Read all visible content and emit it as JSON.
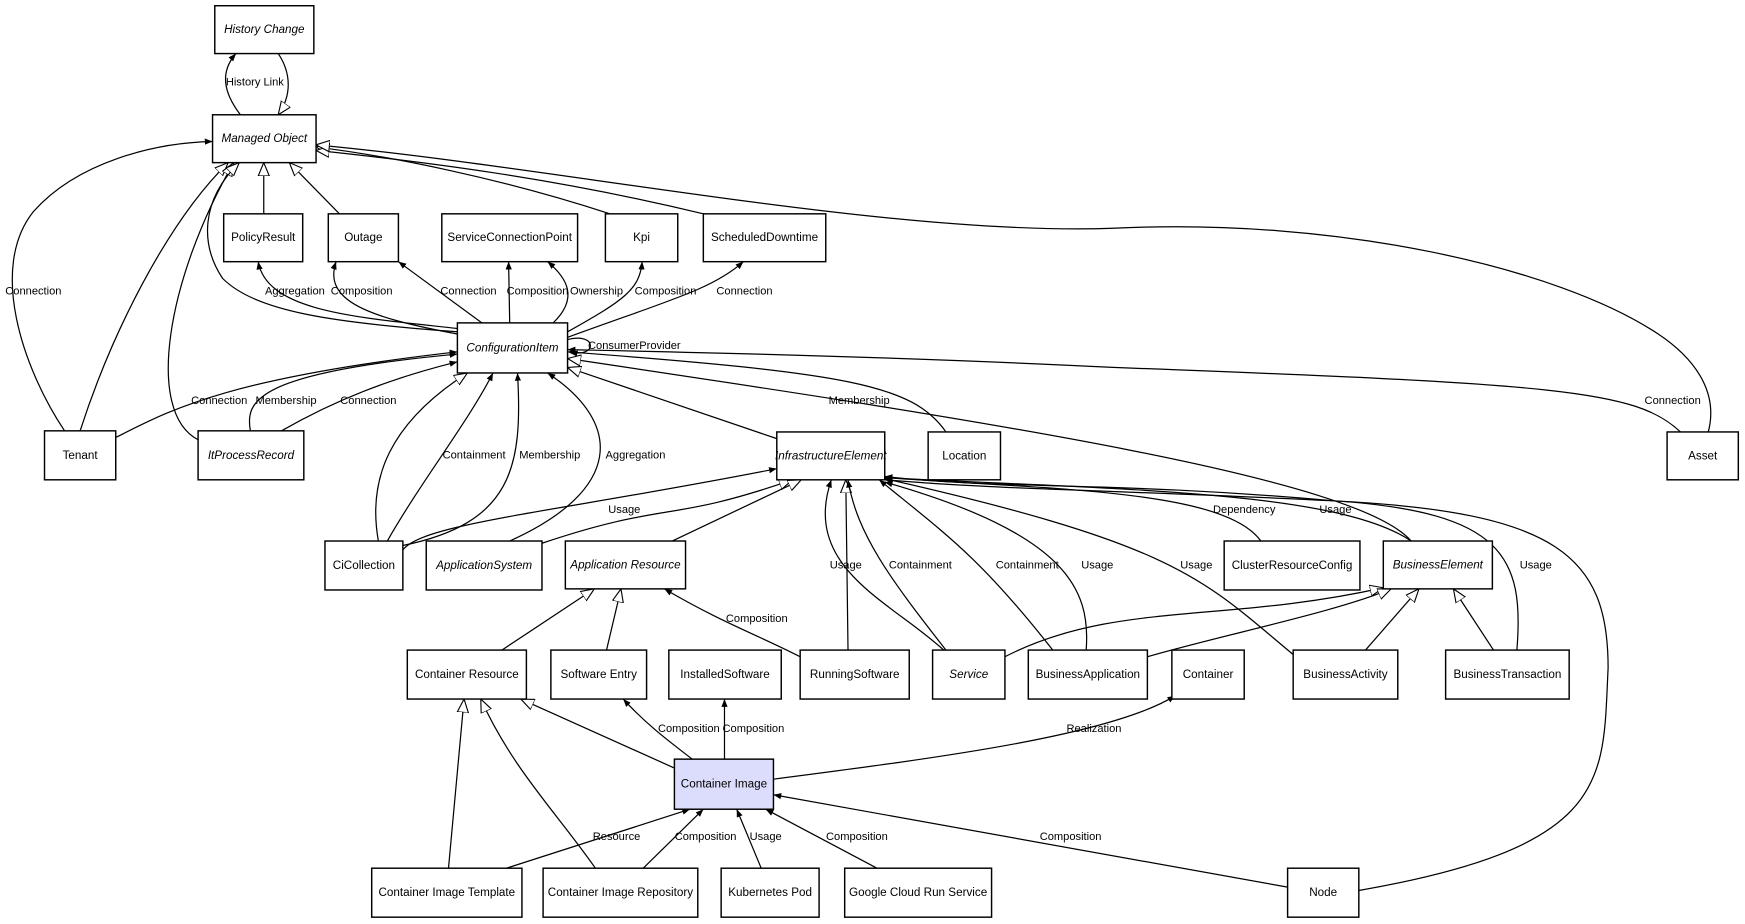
{
  "colors": {
    "highlight_fill": "#dcdcfc",
    "stroke": "#000000",
    "background": "#ffffff"
  },
  "nodes": [
    {
      "id": "history_change",
      "label": "History Change",
      "italic": true
    },
    {
      "id": "managed_object",
      "label": "Managed Object",
      "italic": true
    },
    {
      "id": "policy_result",
      "label": "PolicyResult"
    },
    {
      "id": "outage",
      "label": "Outage"
    },
    {
      "id": "scp",
      "label": "ServiceConnectionPoint"
    },
    {
      "id": "kpi",
      "label": "Kpi"
    },
    {
      "id": "scheduled_downtime",
      "label": "ScheduledDowntime"
    },
    {
      "id": "ci",
      "label": "ConfigurationItem",
      "italic": true
    },
    {
      "id": "tenant",
      "label": "Tenant"
    },
    {
      "id": "it_process_record",
      "label": "ItProcessRecord",
      "italic": true
    },
    {
      "id": "infra_element",
      "label": "InfrastructureElement",
      "italic": true
    },
    {
      "id": "location",
      "label": "Location"
    },
    {
      "id": "asset",
      "label": "Asset"
    },
    {
      "id": "ci_collection",
      "label": "CiCollection"
    },
    {
      "id": "application_system",
      "label": "ApplicationSystem",
      "italic": true
    },
    {
      "id": "application_resource",
      "label": "Application Resource",
      "italic": true
    },
    {
      "id": "cluster_resource_config",
      "label": "ClusterResourceConfig"
    },
    {
      "id": "business_element",
      "label": "BusinessElement",
      "italic": true
    },
    {
      "id": "container_resource",
      "label": "Container Resource"
    },
    {
      "id": "software_entry",
      "label": "Software Entry"
    },
    {
      "id": "installed_software",
      "label": "InstalledSoftware"
    },
    {
      "id": "running_software",
      "label": "RunningSoftware"
    },
    {
      "id": "service",
      "label": "Service",
      "italic": true
    },
    {
      "id": "business_application",
      "label": "BusinessApplication"
    },
    {
      "id": "container",
      "label": "Container"
    },
    {
      "id": "business_activity",
      "label": "BusinessActivity"
    },
    {
      "id": "business_transaction",
      "label": "BusinessTransaction"
    },
    {
      "id": "container_image",
      "label": "Container Image",
      "highlight": true
    },
    {
      "id": "container_image_template",
      "label": "Container Image Template"
    },
    {
      "id": "container_image_repository",
      "label": "Container Image Repository"
    },
    {
      "id": "kubernetes_pod",
      "label": "Kubernetes Pod"
    },
    {
      "id": "gcrs",
      "label": "Google Cloud Run Service"
    },
    {
      "id": "node",
      "label": "Node"
    }
  ],
  "edges": [
    {
      "from": "managed_object",
      "to": "history_change",
      "label": "History Link",
      "kind": "association"
    },
    {
      "from": "history_change",
      "to": "managed_object",
      "label": "",
      "kind": "generalization"
    },
    {
      "from": "tenant",
      "to": "managed_object",
      "label": "Connection",
      "kind": "association"
    },
    {
      "from": "tenant",
      "to": "managed_object",
      "label": "",
      "kind": "generalization"
    },
    {
      "from": "it_process_record",
      "to": "managed_object",
      "label": "",
      "kind": "generalization"
    },
    {
      "from": "ci",
      "to": "managed_object",
      "label": "",
      "kind": "generalization"
    },
    {
      "from": "policy_result",
      "to": "managed_object",
      "label": "",
      "kind": "generalization"
    },
    {
      "from": "outage",
      "to": "managed_object",
      "label": "",
      "kind": "generalization"
    },
    {
      "from": "kpi",
      "to": "managed_object",
      "label": "",
      "kind": "generalization"
    },
    {
      "from": "scheduled_downtime",
      "to": "managed_object",
      "label": "",
      "kind": "generalization"
    },
    {
      "from": "asset",
      "to": "managed_object",
      "label": "",
      "kind": "generalization"
    },
    {
      "from": "ci",
      "to": "policy_result",
      "label": "Aggregation",
      "kind": "association"
    },
    {
      "from": "ci",
      "to": "outage",
      "label": "Composition",
      "kind": "association"
    },
    {
      "from": "ci",
      "to": "outage",
      "label": "Connection",
      "kind": "association"
    },
    {
      "from": "ci",
      "to": "scp",
      "label": "Composition",
      "kind": "association"
    },
    {
      "from": "ci",
      "to": "scp",
      "label": "Ownership",
      "kind": "association"
    },
    {
      "from": "ci",
      "to": "kpi",
      "label": "Composition",
      "kind": "association"
    },
    {
      "from": "ci",
      "to": "scheduled_downtime",
      "label": "Connection",
      "kind": "association"
    },
    {
      "from": "ci",
      "to": "ci",
      "label": "ConsumerProvider",
      "kind": "association"
    },
    {
      "from": "tenant",
      "to": "ci",
      "label": "Connection",
      "kind": "association"
    },
    {
      "from": "it_process_record",
      "to": "ci",
      "label": "Membership",
      "kind": "association"
    },
    {
      "from": "it_process_record",
      "to": "ci",
      "label": "Connection",
      "kind": "association"
    },
    {
      "from": "ci_collection",
      "to": "ci",
      "label": "",
      "kind": "generalization"
    },
    {
      "from": "ci_collection",
      "to": "ci",
      "label": "Containment",
      "kind": "association"
    },
    {
      "from": "ci_collection",
      "to": "ci",
      "label": "Membership",
      "kind": "association"
    },
    {
      "from": "application_system",
      "to": "ci",
      "label": "Aggregation",
      "kind": "association"
    },
    {
      "from": "infra_element",
      "to": "ci",
      "label": "",
      "kind": "generalization"
    },
    {
      "from": "location",
      "to": "ci",
      "label": "Membership",
      "kind": "association"
    },
    {
      "from": "asset",
      "to": "ci",
      "label": "Connection",
      "kind": "association"
    },
    {
      "from": "business_element",
      "to": "ci",
      "label": "",
      "kind": "generalization"
    },
    {
      "from": "ci_collection",
      "to": "infra_element",
      "label": "Usage",
      "kind": "association"
    },
    {
      "from": "application_system",
      "to": "infra_element",
      "label": "",
      "kind": "generalization"
    },
    {
      "from": "application_resource",
      "to": "infra_element",
      "label": "",
      "kind": "generalization"
    },
    {
      "from": "running_software",
      "to": "infra_element",
      "label": "",
      "kind": "generalization"
    },
    {
      "from": "service",
      "to": "infra_element",
      "label": "Usage",
      "kind": "association"
    },
    {
      "from": "service",
      "to": "infra_element",
      "label": "Containment",
      "kind": "association"
    },
    {
      "from": "business_application",
      "to": "infra_element",
      "label": "Containment",
      "kind": "association"
    },
    {
      "from": "business_application",
      "to": "infra_element",
      "label": "Usage",
      "kind": "association"
    },
    {
      "from": "business_activity",
      "to": "infra_element",
      "label": "Usage",
      "kind": "association"
    },
    {
      "from": "cluster_resource_config",
      "to": "infra_element",
      "label": "Dependency",
      "kind": "association"
    },
    {
      "from": "business_element",
      "to": "infra_element",
      "label": "Usage",
      "kind": "association"
    },
    {
      "from": "business_transaction",
      "to": "infra_element",
      "label": "Usage",
      "kind": "association"
    },
    {
      "from": "node",
      "to": "infra_element",
      "label": "",
      "kind": "association"
    },
    {
      "from": "service",
      "to": "business_element",
      "label": "",
      "kind": "generalization"
    },
    {
      "from": "business_application",
      "to": "business_element",
      "label": "",
      "kind": "generalization"
    },
    {
      "from": "business_activity",
      "to": "business_element",
      "label": "",
      "kind": "generalization"
    },
    {
      "from": "business_transaction",
      "to": "business_element",
      "label": "",
      "kind": "generalization"
    },
    {
      "from": "container_resource",
      "to": "application_resource",
      "label": "",
      "kind": "generalization"
    },
    {
      "from": "software_entry",
      "to": "application_resource",
      "label": "",
      "kind": "generalization"
    },
    {
      "from": "running_software",
      "to": "application_resource",
      "label": "Composition",
      "kind": "association"
    },
    {
      "from": "container_image",
      "to": "container_resource",
      "label": "",
      "kind": "generalization"
    },
    {
      "from": "container_image",
      "to": "software_entry",
      "label": "Composition",
      "kind": "association"
    },
    {
      "from": "container_image",
      "to": "installed_software",
      "label": "Composition",
      "kind": "association"
    },
    {
      "from": "container_image",
      "to": "container",
      "label": "Realization",
      "kind": "association"
    },
    {
      "from": "container_image_template",
      "to": "container_resource",
      "label": "",
      "kind": "generalization"
    },
    {
      "from": "container_image_repository",
      "to": "container_resource",
      "label": "",
      "kind": "generalization"
    },
    {
      "from": "container_image_template",
      "to": "container_image",
      "label": "Resource",
      "kind": "association"
    },
    {
      "from": "container_image_repository",
      "to": "container_image",
      "label": "Composition",
      "kind": "association"
    },
    {
      "from": "kubernetes_pod",
      "to": "container_image",
      "label": "Usage",
      "kind": "association"
    },
    {
      "from": "gcrs",
      "to": "container_image",
      "label": "Composition",
      "kind": "association"
    },
    {
      "from": "node",
      "to": "container_image",
      "label": "Composition",
      "kind": "association"
    }
  ]
}
